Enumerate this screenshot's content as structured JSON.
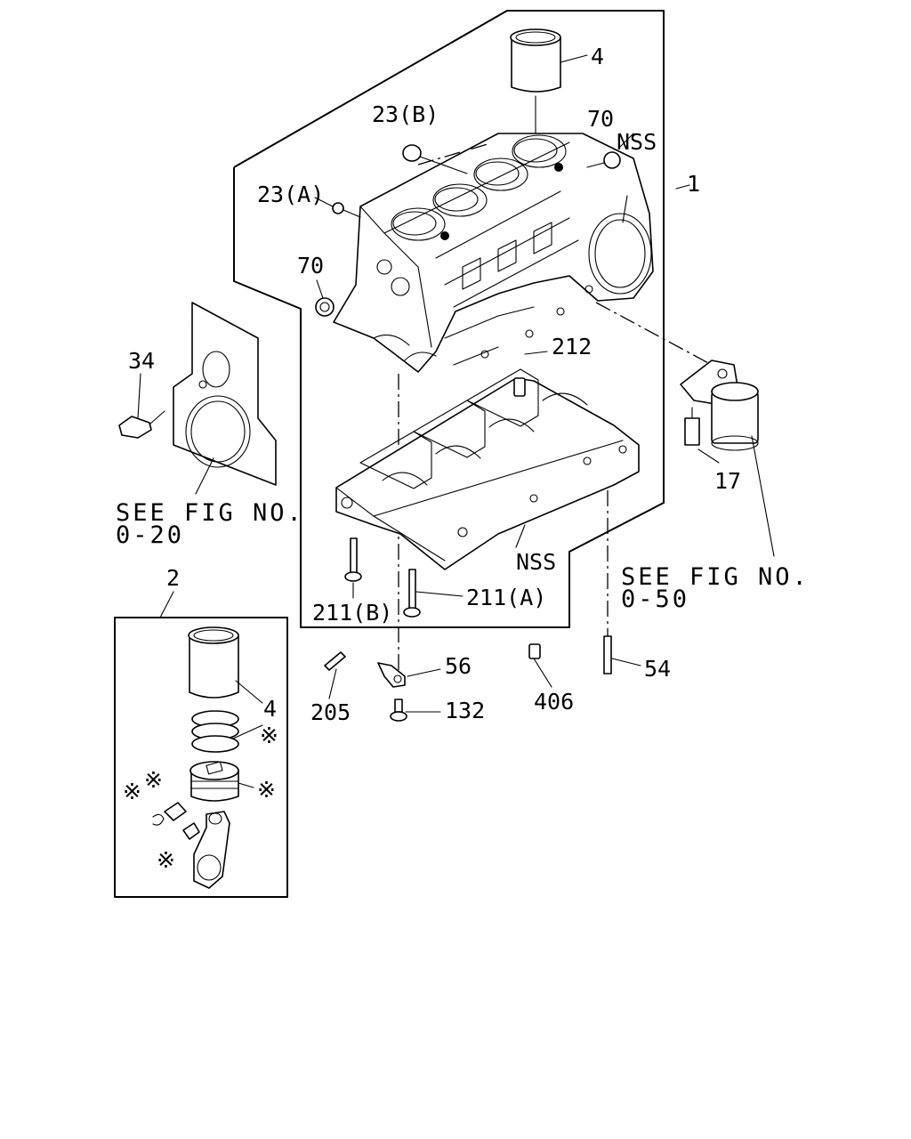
{
  "labels": {
    "l_4_top": "4",
    "l_23b": "23(B)",
    "l_70_top": "70",
    "l_nss_top": "NSS",
    "l_1": "1",
    "l_23a": "23(A)",
    "l_70_left": "70",
    "l_34": "34",
    "l_212": "212",
    "l_17": "17",
    "l_nss_bottom": "NSS",
    "l_211b": "211(B)",
    "l_211a": "211(A)",
    "l_2": "2",
    "l_56": "56",
    "l_54": "54",
    "l_205": "205",
    "l_132": "132",
    "l_406": "406",
    "l_4_kit": "4",
    "l_star_rings": "※",
    "l_star_pin": "※",
    "l_star_clip": "※",
    "l_star_piston": "※",
    "l_star_bushing": "※"
  },
  "references": {
    "fig_020_line1": "SEE FIG NO.",
    "fig_020_line2": "0-20",
    "fig_050_line1": "SEE FIG NO.",
    "fig_050_line2": "0-50"
  }
}
